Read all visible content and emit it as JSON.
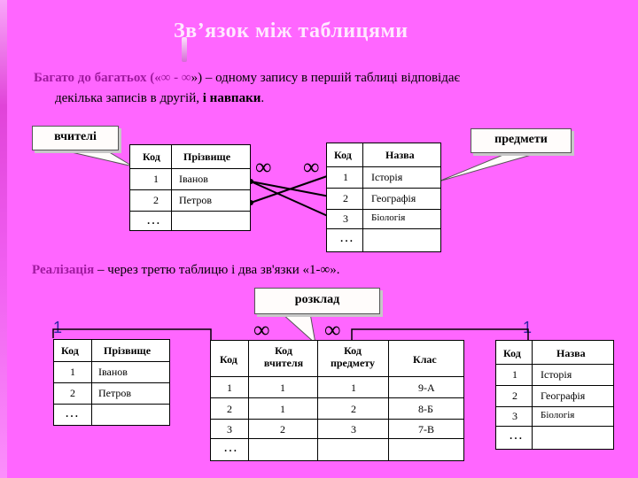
{
  "slide": {
    "title": "Зв’язок між таблицями",
    "line1_prefix": "Багато до багатьох («",
    "infinity": "∞",
    "line1_dash": " - ",
    "line1_mid": "») – одному запису в першій таблиці відповідає",
    "line2": "декілька записів в другій, ",
    "line2_bold": "і навпаки",
    "line2_end": ".",
    "realization_label": "Реалізація",
    "realization_text": " – через третю таблицю і два зв'язки «1-",
    "realization_end": "»."
  },
  "callouts": {
    "teachers": "вчителі",
    "subjects": "предмети",
    "schedule": "розклад"
  },
  "teachers_table": {
    "headers": [
      "Код",
      "Прізвище"
    ],
    "rows": [
      [
        "1",
        "Іванов"
      ],
      [
        "2",
        "Петров"
      ]
    ],
    "ellipsis": "…"
  },
  "subjects_table": {
    "headers": [
      "Код",
      "Назва"
    ],
    "rows": [
      [
        "1",
        "Історія"
      ],
      [
        "2",
        "Географія"
      ],
      [
        "3",
        "Біологія"
      ]
    ],
    "ellipsis": "…"
  },
  "schedule_table": {
    "headers": [
      "Код",
      "Код вчителя",
      "Код предмету",
      "Клас"
    ],
    "rows": [
      [
        "1",
        "1",
        "1",
        "9-А"
      ],
      [
        "2",
        "1",
        "2",
        "8-Б"
      ],
      [
        "3",
        "2",
        "3",
        "7-В"
      ]
    ],
    "ellipsis": "…"
  },
  "relation_symbols": {
    "infinity": "∞",
    "one": "1"
  }
}
